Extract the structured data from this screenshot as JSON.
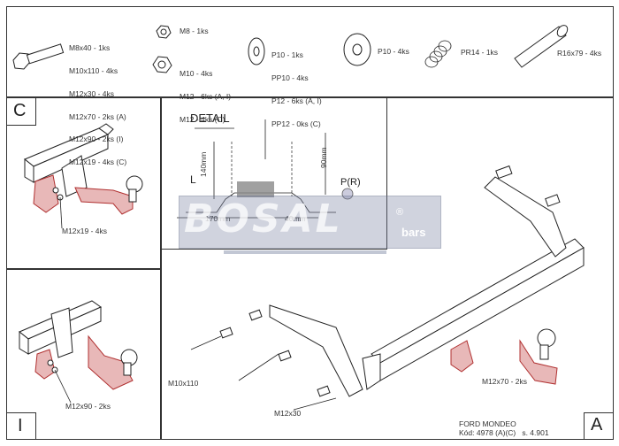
{
  "parts": {
    "bolts": [
      "M8x40 - 1ks",
      "M10x110 - 4ks",
      "M12x30 - 4ks",
      "M12x70 - 2ks (A)",
      "M12x90 - 2ks (I)",
      "M12x19 - 4ks (C)"
    ],
    "nut_small": "M8 - 1ks",
    "nuts": [
      "M10 - 4ks",
      "M12 - 6ks (A, I)",
      "M12 - 4ks (C)"
    ],
    "washers": [
      "P10 - 1ks",
      "PP10 - 4ks",
      "P12 - 6ks (A, I)",
      "PP12 - 0ks (C)"
    ],
    "washer_big": "P10 - 4ks",
    "spring": "PR14 - 1ks",
    "tube": "R16x79 - 4ks"
  },
  "panels": {
    "c_label": "C",
    "c_bolt": "M12x19 - 4ks",
    "i_label": "I",
    "i_bolt": "M12x90 - 2ks",
    "a_label": "A",
    "a_bolt": "M12x70 - 2ks",
    "bolt_left": "M10x110",
    "bolt_bottom": "M12x30"
  },
  "detail": {
    "title": "DETAIL",
    "l_label": "L",
    "dim_140": "140mm",
    "dim_90": "90mm",
    "dim_170": "170mm",
    "dim_40": "40mm",
    "pr_label": "P(R)"
  },
  "logo": {
    "brand": "BOSAL",
    "registered": "®",
    "sub": "bars"
  },
  "footer": {
    "model": "FORD MONDEO",
    "code": "Kód: 4978 (A)(C)   s. 4.901"
  }
}
